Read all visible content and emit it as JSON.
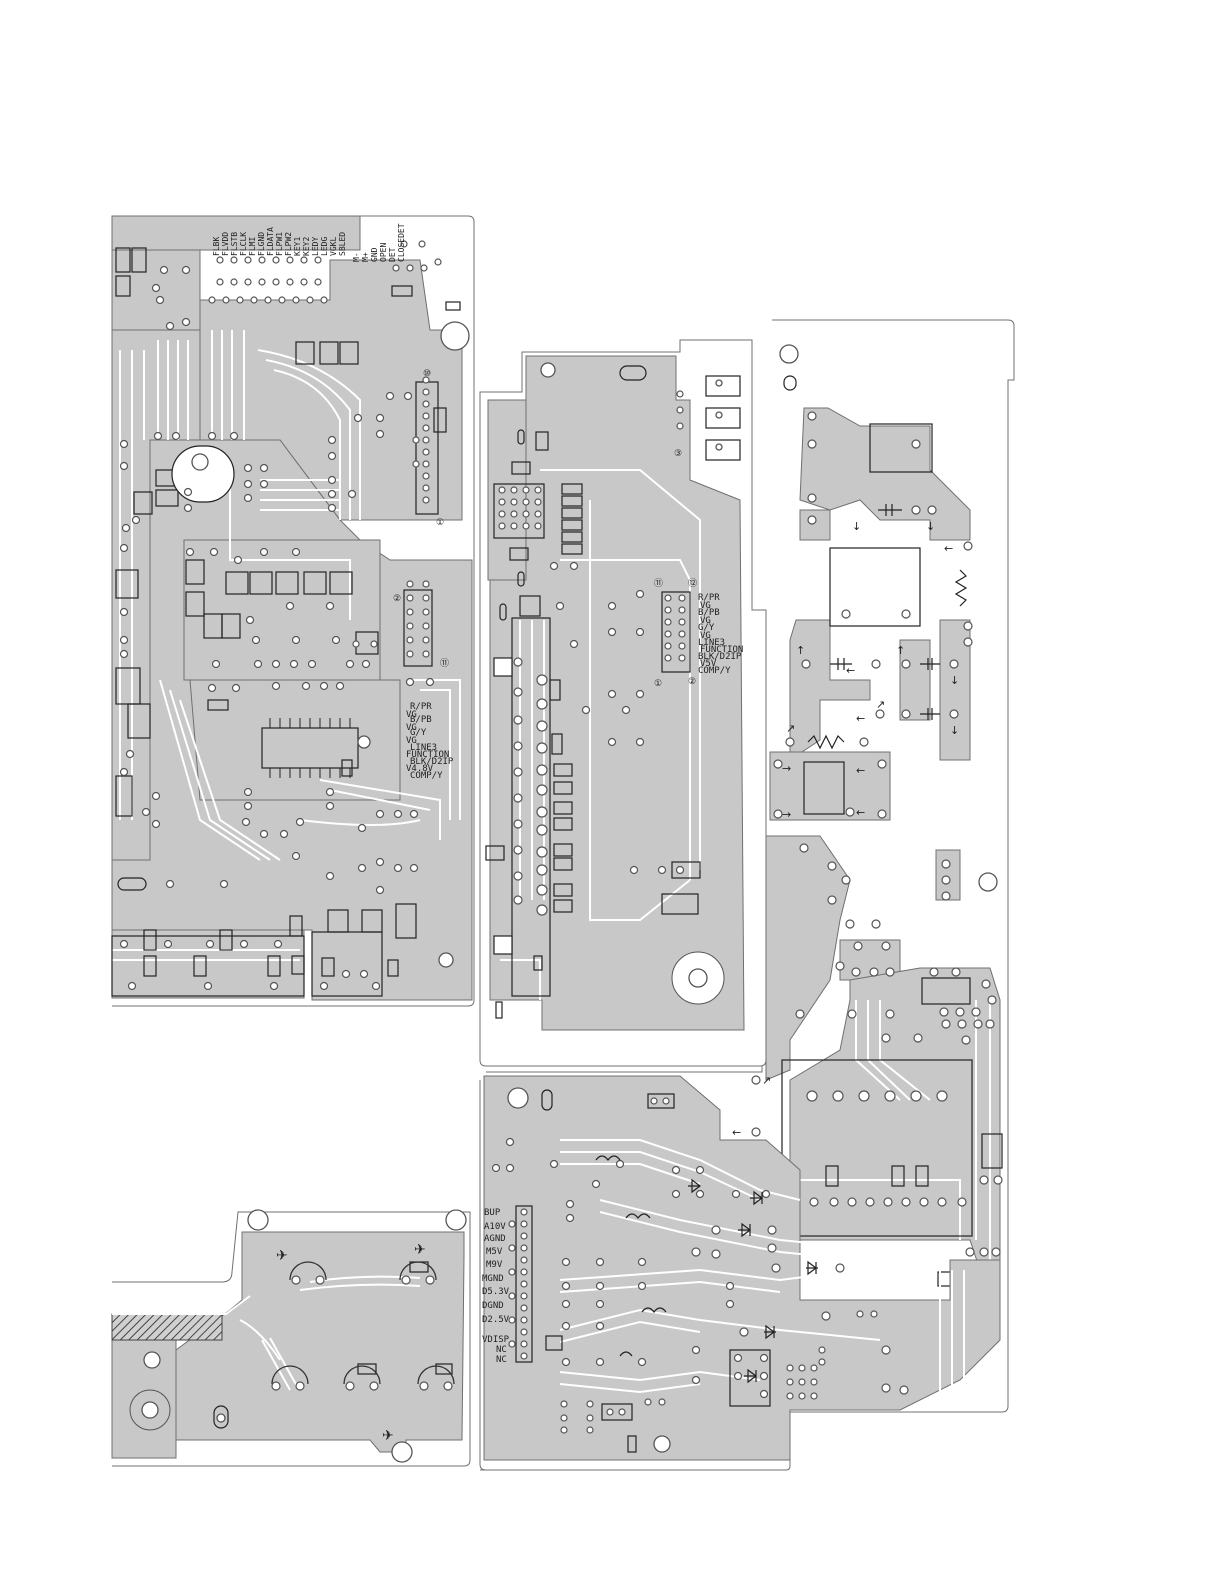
{
  "board_a": {
    "connector_top": [
      "FLBK",
      "FLVDD",
      "FLSTB",
      "FLCLK",
      "FLMI",
      "FLGND",
      "FLDATA",
      "FLPW1",
      "FLPW2",
      "KEY1",
      "KEY2",
      "LEDY",
      "LEDG",
      "VGKL",
      "SBLED"
    ],
    "connector_top2": [
      "M-",
      "M+",
      "GND",
      "OPEN",
      "DET",
      "CLOSEDET"
    ],
    "av_pin_labels": [
      "R/PR",
      "VG",
      "B/PB",
      "VG",
      "G/Y",
      "VG",
      "LINE3",
      "FUNCTION",
      "BLK/D2IP",
      "V4.8V",
      "COMP/Y"
    ],
    "pin_markers": [
      "①",
      "②",
      "⑩",
      "⑪"
    ]
  },
  "board_b": {
    "av_pin_labels": [
      "R/PR",
      "VG",
      "B/PB",
      "VG",
      "G/Y",
      "VG",
      "LINE3",
      "FUNCTION",
      "BLK/D2IP",
      "V5V",
      "COMP/Y"
    ],
    "pin_markers": [
      "①",
      "②",
      "⑪",
      "⑫",
      "③"
    ]
  },
  "board_c": {
    "power_pin_labels": [
      "BUP",
      "A10V",
      "AGND",
      "M5V",
      "M9V",
      "MGND",
      "D5.3V",
      "DGND",
      "D2.5V",
      "",
      "VDISP",
      "NC",
      "NC"
    ]
  },
  "colors": {
    "copper": "#c8c8c8",
    "outline": "#707070",
    "silkscreen": "#222222"
  }
}
